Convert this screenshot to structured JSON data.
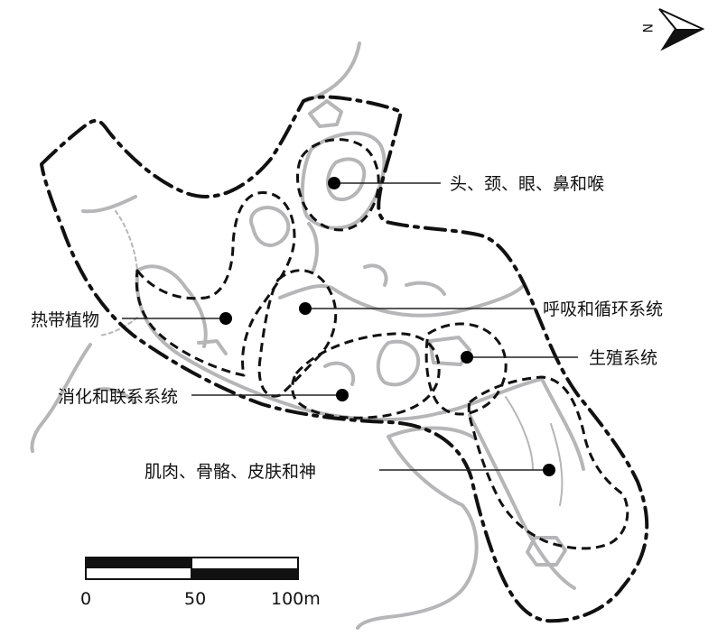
{
  "map": {
    "north_label": "N",
    "zones": [
      {
        "id": "head",
        "label": "头、颈、眼、鼻和喉"
      },
      {
        "id": "tropical",
        "label": "热带植物"
      },
      {
        "id": "resp",
        "label": "呼吸和循环系统"
      },
      {
        "id": "repro",
        "label": "生殖系统"
      },
      {
        "id": "digest",
        "label": "消化和联系系统"
      },
      {
        "id": "muscle",
        "label": "肌肉、骨骼、皮肤和神"
      }
    ],
    "scale_bar": {
      "labels": [
        "0",
        "50",
        "100m"
      ]
    },
    "colors": {
      "paths": "#b6b6b8",
      "boundary": "#111111"
    }
  }
}
